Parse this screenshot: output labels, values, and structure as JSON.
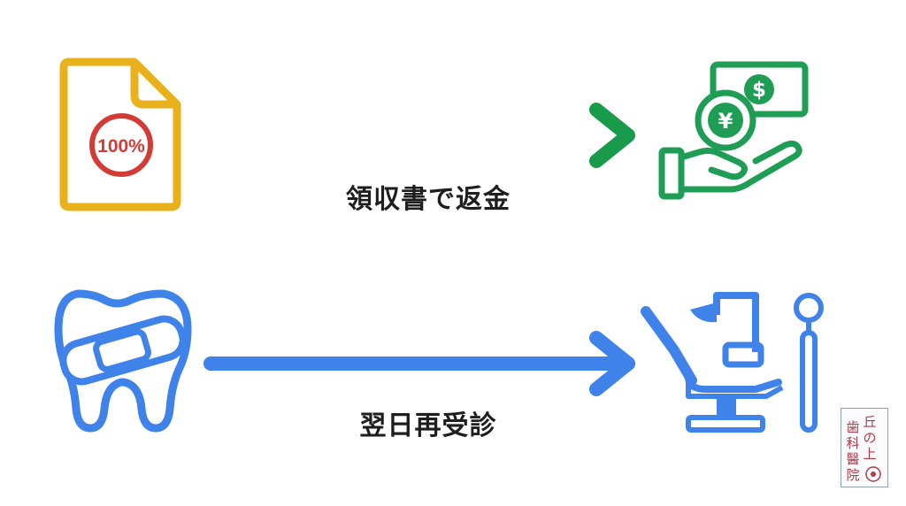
{
  "rows": [
    {
      "id": "refund",
      "caption": "領収書で返金",
      "document_badge": "100%",
      "arrow_gradient": [
        "#eab31a",
        "#189b4a"
      ]
    },
    {
      "id": "revisit",
      "caption": "翌日再受診",
      "arrow_color": "#3f82ea"
    }
  ],
  "icons": {
    "document": "document-100-percent-icon",
    "money": "cash-refund-hand-icon",
    "currency_symbols": [
      "$",
      "¥"
    ],
    "tooth": "bandaged-tooth-icon",
    "chair": "dental-chair-mirror-icon"
  },
  "colors": {
    "yellow": "#e9b11b",
    "red": "#d23b36",
    "green": "#1f9d55",
    "blue": "#3f82ea",
    "text": "#1e1e1e"
  },
  "logo": {
    "text": "丘の上歯科醫院"
  }
}
